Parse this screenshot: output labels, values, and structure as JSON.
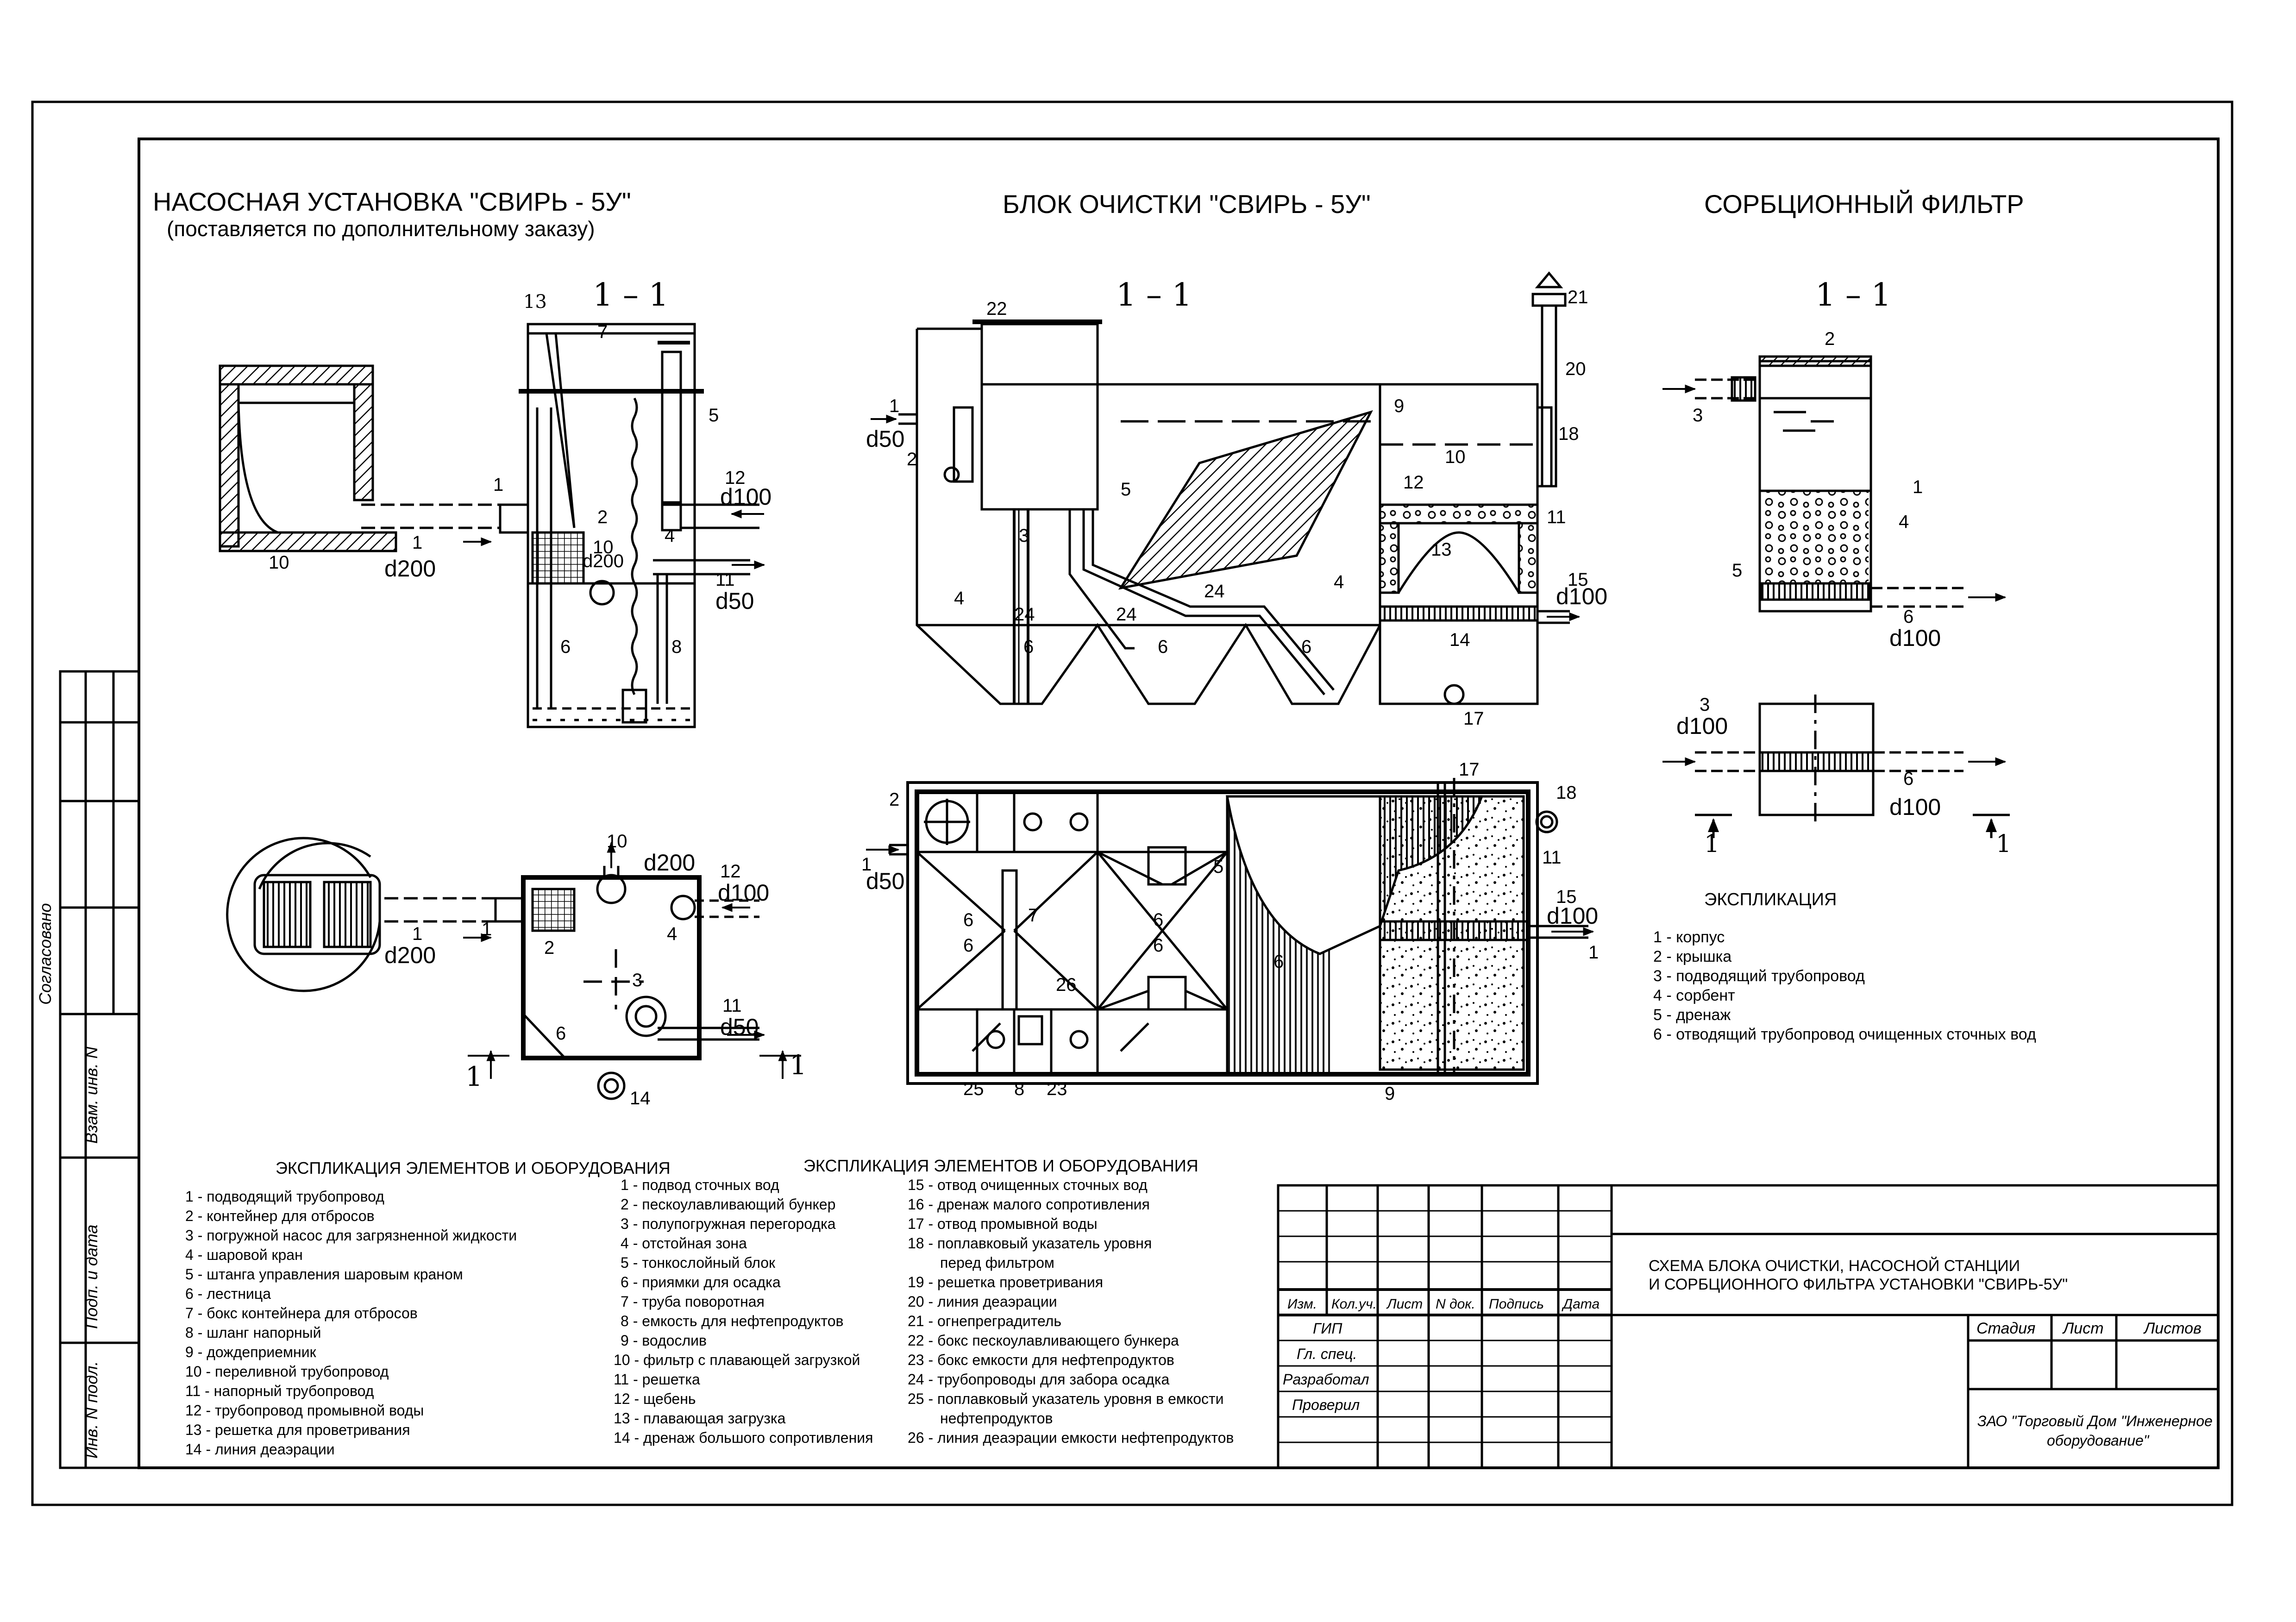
{
  "titles": {
    "pump": "НАСОСНАЯ УСТАНОВКА  \"СВИРЬ - 5У\"",
    "pump_note": "(поставляется по дополнительному заказу)",
    "block": "БЛОК ОЧИСТКИ \"СВИРЬ - 5У\"",
    "filter": "СОРБЦИОННЫЙ  ФИЛЬТР"
  },
  "section_label": "1  –  1",
  "section_mark": "1",
  "pipe_labels": {
    "d200": "d200",
    "d100": "d100",
    "d50": "d50"
  },
  "side_stamp": [
    "Согласовано",
    "Взам. инв. N",
    "Подп. и дата",
    "Инв. N подл."
  ],
  "pump_explication": {
    "title": "ЭКСПЛИКАЦИЯ ЭЛЕМЕНТОВ И ОБОРУДОВАНИЯ",
    "items": [
      "1 - подводящий трубопровод",
      "2 - контейнер для отбросов",
      "3 - погружной насос для загрязненной жидкости",
      "4 - шаровой кран",
      "5 - штанга управления шаровым краном",
      "6 - лестница",
      "7 - бокс контейнера для отбросов",
      "8 - шланг напорный",
      "9 - дождеприемник",
      "10 - переливной трубопровод",
      "11 - напорный трубопровод",
      "12 - трубопровод промывной воды",
      "13 - решетка для  проветривания",
      "14 - линия деаэрации"
    ]
  },
  "block_explication": {
    "title": "ЭКСПЛИКАЦИЯ ЭЛЕМЕНТОВ И ОБОРУДОВАНИЯ",
    "col1": [
      "1 - подвод сточных вод",
      "2 - пескоулавливающий бункер",
      "3 - полупогружная перегородка",
      "4 - отстойная зона",
      "5 - тонкослойный блок",
      "6 - приямки для осадка",
      "7 - труба поворотная",
      "8 - емкость для нефтепродуктов",
      "9 - водослив",
      "10 - фильтр с плавающей загрузкой",
      "11 - решетка",
      "12 - щебень",
      "13 - плавающая загрузка",
      "14 - дренаж большого сопротивления"
    ],
    "col2": [
      "15 - отвод очищенных сточных вод",
      "16 - дренаж малого сопротивления",
      "17 - отвод промывной воды",
      "18 - поплавковый указатель уровня",
      "перед фильтром",
      "19 - решетка проветривания",
      "20 - линия деаэрации",
      "21 - огнепреградитель",
      "22 - бокс пескоулавливающего бункера",
      "23 - бокс емкости для нефтепродуктов",
      "24 -  трубопроводы для забора осадка",
      "25 - поплавковый указатель уровня в емкости",
      "нефтепродуктов",
      "26 - линия деаэрации емкости нефтепродуктов"
    ]
  },
  "filter_explication": {
    "title": "ЭКСПЛИКАЦИЯ",
    "items": [
      "1 - корпус",
      "2 - крышка",
      "3 - подводящий трубопровод",
      "4 - сорбент",
      "5 - дренаж",
      "6 - отводящий трубопровод очищенных сточных вод"
    ]
  },
  "title_block": {
    "headers": [
      "Изм.",
      "Кол.уч.",
      "Лист",
      "N док.",
      "Подпись",
      "Дата"
    ],
    "roles": [
      "ГИП",
      "Гл. спец.",
      "Разработал",
      "Проверил"
    ],
    "drawing_title_1": "СХЕМА БЛОКА ОЧИСТКИ, НАСОСНОЙ СТАНЦИИ",
    "drawing_title_2": "И СОРБЦИОННОГО ФИЛЬТРА УСТАНОВКИ \"СВИРЬ-5У\"",
    "stage_headers": [
      "Стадия",
      "Лист",
      "Листов"
    ],
    "company_1": "ЗАО \"Торговый Дом \"Инженерное",
    "company_2": "оборудование\""
  }
}
